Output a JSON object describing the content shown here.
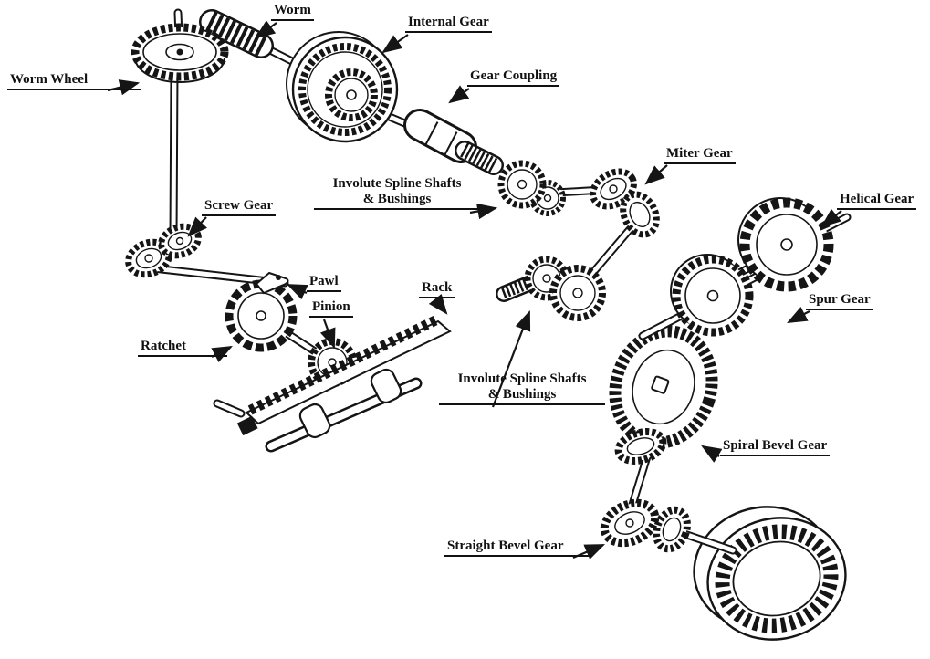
{
  "colors": {
    "ink": "#151515",
    "background": "#ffffff"
  },
  "labels": {
    "worm": {
      "text": "Worm"
    },
    "internal_gear": {
      "text": "Internal Gear"
    },
    "worm_wheel": {
      "text": "Worm Wheel"
    },
    "gear_coupling": {
      "text": "Gear Coupling"
    },
    "miter_gear": {
      "text": "Miter Gear"
    },
    "helical_gear": {
      "text": "Helical Gear"
    },
    "screw_gear": {
      "text": "Screw Gear"
    },
    "involute_spline_1": {
      "line1": "Involute Spline Shafts",
      "line2": "& Bushings"
    },
    "pawl": {
      "text": "Pawl"
    },
    "rack": {
      "text": "Rack"
    },
    "pinion": {
      "text": "Pinion"
    },
    "spur_gear": {
      "text": "Spur Gear"
    },
    "ratchet": {
      "text": "Ratchet"
    },
    "involute_spline_2": {
      "line1": "Involute Spline Shafts",
      "line2": "& Bushings"
    },
    "spiral_bevel_gear": {
      "text": "Spiral Bevel Gear"
    },
    "straight_bevel_gear": {
      "text": "Straight Bevel Gear"
    }
  }
}
